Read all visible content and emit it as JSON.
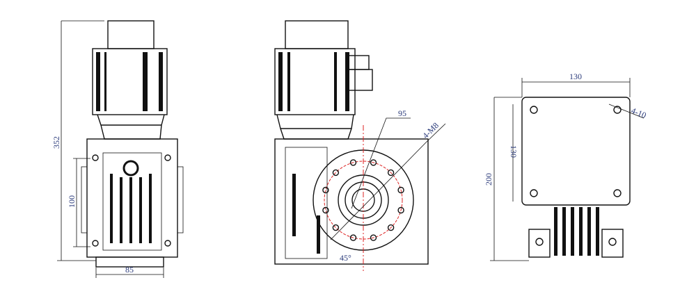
{
  "front_view": {
    "height_label": "352",
    "flange_height_label": "100",
    "width_label": "85"
  },
  "side_view": {
    "pcd_label": "95",
    "thread_label": "4-M8",
    "angle_label": "45°"
  },
  "bottom_view": {
    "width_label": "130",
    "hole_spacing_label": "130",
    "height_label": "200",
    "hole_label": "4-10"
  },
  "colors": {
    "line": "#111111",
    "dimension_text": "#2a3a7a",
    "centerline": "#dd2222"
  }
}
